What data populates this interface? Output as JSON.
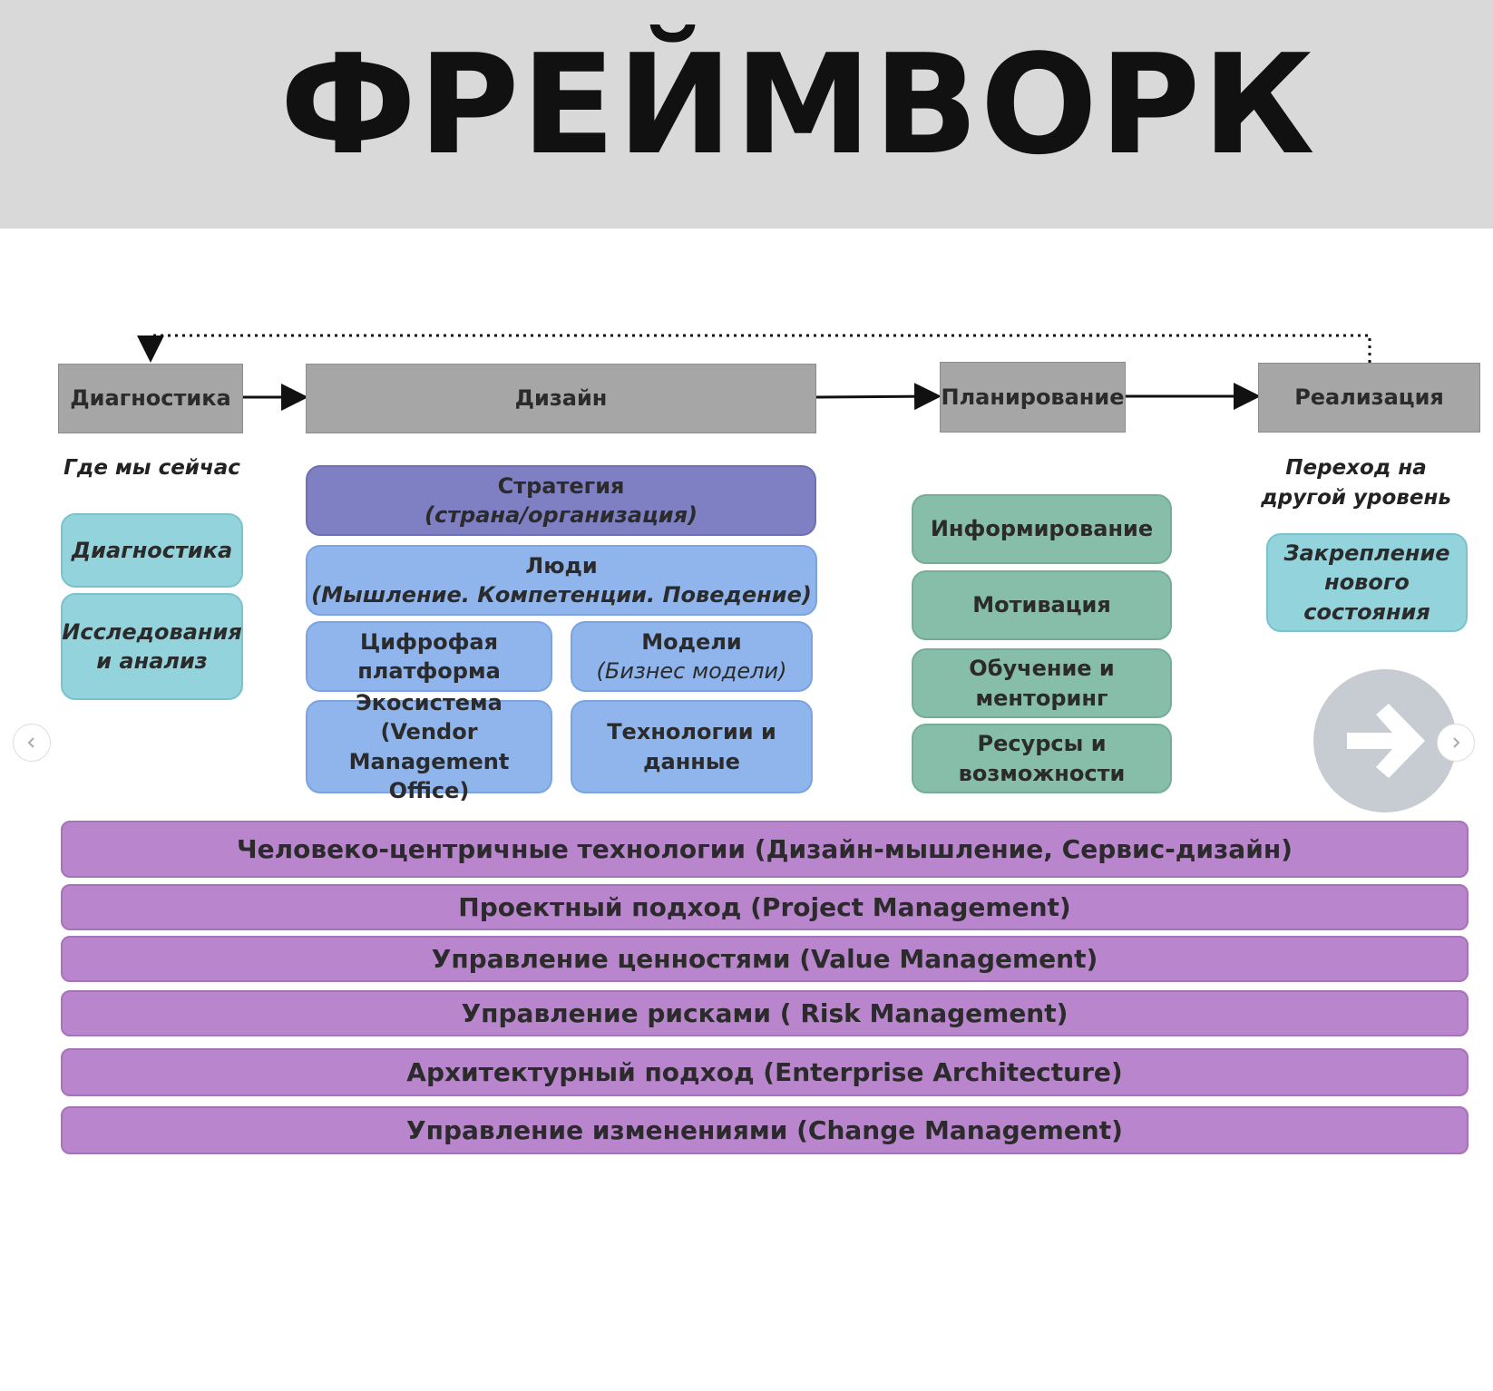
{
  "title": "ФРЕЙМВОРК",
  "stages": {
    "diagnostics": "Диагностика",
    "design": "Дизайн",
    "planning": "Планирование",
    "implementation": "Реализация"
  },
  "captions": {
    "where_now": "Где мы сейчас",
    "next_level_1": "Переход на",
    "next_level_2": "другой уровень"
  },
  "diagnostics_items": {
    "item1": "Диагностика",
    "item2_line1": "Исследования",
    "item2_line2": "и анализ"
  },
  "design_items": {
    "strategy": "Стратегия",
    "strategy_sub": "(страна/организация)",
    "people": "Люди",
    "people_sub": "(Мышление. Компетенции. Поведение)",
    "digital_1": "Цифрофая",
    "digital_2": "платформа",
    "models": "Модели",
    "models_sub": "(Бизнес модели)",
    "ecosystem_1": "Экосистема",
    "ecosystem_2": "(Vendor Management",
    "ecosystem_3": "Office)",
    "tech_1": "Технологии и",
    "tech_2": "данные"
  },
  "planning_items": {
    "inform": "Информирование",
    "motivation": "Мотивация",
    "training_1": "Обучение и",
    "training_2": "менторинг",
    "resources_1": "Ресурсы и",
    "resources_2": "возможности"
  },
  "implementation_items": {
    "fix_1": "Закрепление",
    "fix_2": "нового",
    "fix_3": "состояния"
  },
  "bars": [
    "Человеко-центричные технологии (Дизайн-мышление, Сервис-дизайн)",
    "Проектный подход (Project Management)",
    "Управление ценностями (Value Management)",
    "Управление рисками ( Risk Management)",
    "Архитектурный подход (Enterprise Architecture)",
    "Управление изменениями (Change Management)"
  ],
  "colors": {
    "stage": "#a6a6a6",
    "teal": "#93d3dc",
    "strategy": "#7f7fc3",
    "blue": "#8fb5ec",
    "green": "#86bea9",
    "bar": "#b985cc"
  }
}
